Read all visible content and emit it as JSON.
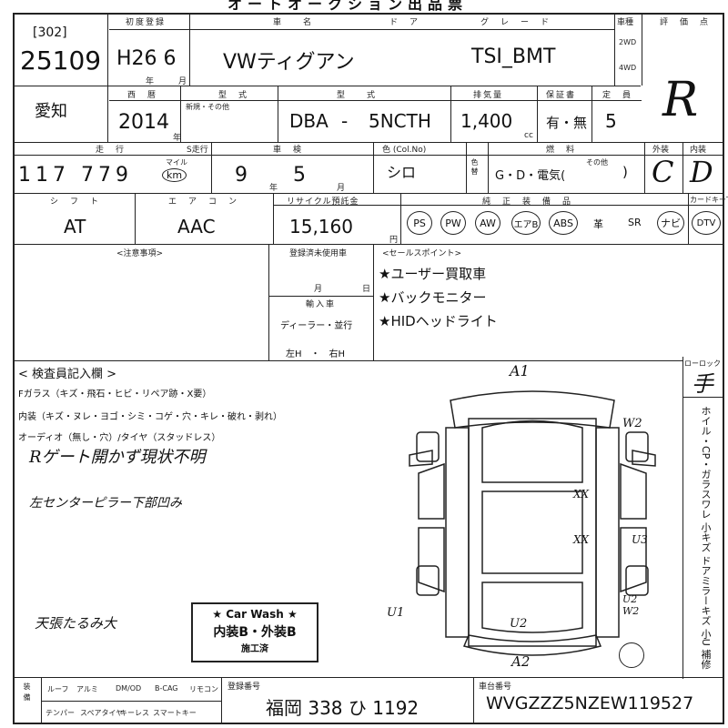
{
  "header_banner": "オートオークション出品票",
  "row1": {
    "lot_prefix": "[302]",
    "lot_number": "25109",
    "first_reg_label": "初度登録",
    "first_reg_value": "H26 6",
    "year_unit": "年",
    "month_unit": "月",
    "vehicle_label": "車　　名",
    "door_label": "ド　ア",
    "vehicle_name": "VWティグアン",
    "grade_label": "グ　レ　ー　ド",
    "grade": "TSI_BMT",
    "classification_label": "車種",
    "cls_2wd": "2WD",
    "cls_4wd": "4WD",
    "score_label": "評　価　点",
    "score": "R"
  },
  "row2": {
    "region": "愛知",
    "year_label": "西　暦",
    "year": "2014",
    "year_unit": "年",
    "inspection_label": "型　式",
    "inspection_note": "新規・その他",
    "model_code_label": "型　　式",
    "model_prefix": "DBA",
    "model_sep": "-",
    "model_code": "5NCTH",
    "displacement_label": "排気量",
    "displacement": "1,400",
    "cc_unit": "cc",
    "warranty_label": "保証書",
    "warranty": "有・無",
    "capacity_label": "定　員",
    "capacity": "5"
  },
  "row3": {
    "mileage_label": "走　行",
    "odometer_label": "S走行",
    "mileage": "117 779",
    "mileage_unit_top": "マイル",
    "mileage_unit": "km",
    "shaken_label": "車　検",
    "shaken_year": "9",
    "shaken_month": "5",
    "year_unit": "年",
    "month_unit": "月",
    "color_label": "色 (Col.No)",
    "color": "シロ",
    "color_change_label": "色替",
    "fuel_label": "燃　料",
    "fuel_value": "G・D・電気(",
    "fuel_other": "その他",
    "fuel_close": ")",
    "exterior_label": "外装",
    "exterior_grade": "C",
    "interior_label": "内装",
    "interior_grade": "D"
  },
  "row4": {
    "shift_label": "シ　フ　ト",
    "shift": "AT",
    "aircon_label": "エ　ア　コ　ン",
    "aircon": "AAC",
    "recycle_label": "リサイクル預託金",
    "recycle": "15,160",
    "yen": "円",
    "equipment_label": "純　正　装　備　品",
    "keyless_label": "カードキーTV",
    "equipment": [
      "PS",
      "PW",
      "AW",
      "エアB",
      "ABS",
      "革",
      "SR",
      "ナビ",
      "DTV"
    ]
  },
  "mid": {
    "notes_label": "<注意事項>",
    "records_label": "登録済未使用車",
    "records_month": "月",
    "records_day": "日",
    "import_label": "輸入車",
    "dealer": "ディーラー・並行",
    "steering": "左H　・　右H",
    "sales_label": "<セールスポイント>",
    "sales_points": [
      "★ユーザー買取車",
      "★バックモニター",
      "★HIDヘッドライト"
    ]
  },
  "inspector": {
    "title": "< 検査員記入欄 >",
    "line1": "Fガラス（キズ・飛石・ヒビ・リペア跡・X要）",
    "line2": "内装（キズ・ヌレ・ヨゴ・シミ・コゲ・穴・キレ・破れ・剥れ）",
    "line3": "オーディオ（無し・穴）/タイヤ（スタッドレス）",
    "hand1": "Rゲート開かず現状不明",
    "hand2": "左センターピラー下部凹み",
    "hand3": "天張たるみ大"
  },
  "diagram": {
    "marks": [
      "A1",
      "W2",
      "U3",
      "U2 W2",
      "U2",
      "U1",
      "A2",
      "XX",
      "XX"
    ]
  },
  "right_col": {
    "lock_label": "ローロック",
    "lock_mark": "手",
    "vertical": "ホイル・CP・ガラスワレ 小キズ ドアミラーキズ 小U 補修",
    "vertical_b": "ドアミラーキズ小U"
  },
  "carwash": {
    "title": "★ Car Wash ★",
    "grades": "内装B・外装B",
    "done": "施工済"
  },
  "bottom": {
    "left_label": "装備",
    "opt_row1": [
      "ルーフ",
      "アルミ",
      "DM/OD",
      "B-CAG",
      "リモコン"
    ],
    "opt_row2": [
      "テンパー",
      "スペアタイヤ",
      "キーレス",
      "スマートキー"
    ],
    "plate_label": "登録番号",
    "plate": "福岡 338 ひ 1192",
    "chassis_label": "車台番号",
    "chassis": "WVGZZZ5NZEW119527"
  },
  "colors": {
    "ink": "#111111",
    "line": "#222222",
    "background": "#ffffff"
  }
}
